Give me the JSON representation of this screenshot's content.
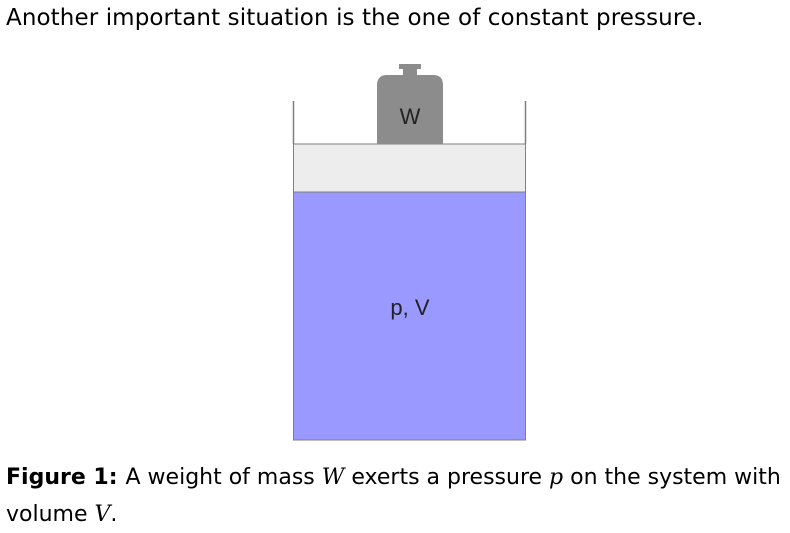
{
  "intro_text": "Another important situation is the one of constant pressure.",
  "figure": {
    "weight_label": "W",
    "gas_label": "p, V",
    "colors": {
      "gas": "#9999ff",
      "piston": "#ededed",
      "weight": "#8c8c8c",
      "outline": "#7f7f7f"
    }
  },
  "caption": {
    "label": "Figure 1:",
    "part1": "A weight of mass ",
    "var_mass": "W",
    "part2": " exerts a pressure ",
    "var_pressure": "p",
    "part3": " on the system with",
    "line2_text": "volume ",
    "var_volume": "V",
    "line2_end": "."
  }
}
